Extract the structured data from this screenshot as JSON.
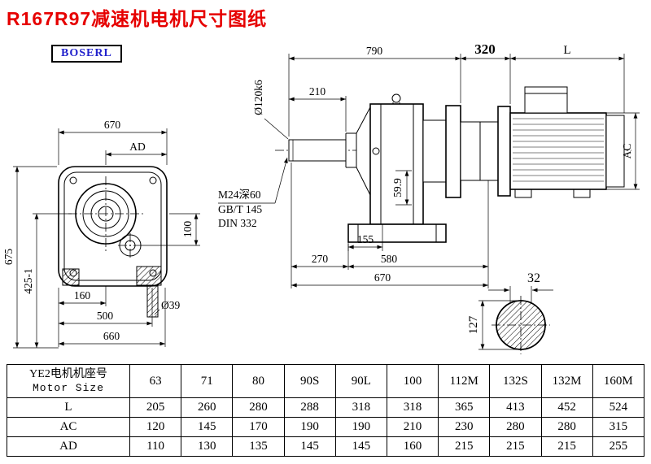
{
  "title": "R167R97减速机电机尺寸图纸",
  "logo": "BOSERL",
  "front_view": {
    "dim_670": "670",
    "dim_ad": "AD",
    "dim_675": "675",
    "dim_425": "425-1",
    "dim_100": "100",
    "dim_160": "160",
    "dim_500": "500",
    "dim_660": "660",
    "dim_d39": "Ø39"
  },
  "side_view": {
    "dim_790": "790",
    "dim_320": "320",
    "dim_L": "L",
    "dim_shaft": "Ø120k6",
    "dim_210": "210",
    "note_line1": "M24深60",
    "note_line2": "GB/T 145",
    "note_line3": "DIN 332",
    "dim_599": "59.9",
    "dim_155": "155",
    "dim_270": "270",
    "dim_580": "580",
    "dim_670": "670",
    "dim_ac": "AC"
  },
  "shaft_section": {
    "dim_32": "32",
    "dim_127": "127"
  },
  "table": {
    "header_cn": "YE2电机机座号",
    "header_en": "Motor Size",
    "sizes": [
      "63",
      "71",
      "80",
      "90S",
      "90L",
      "100",
      "112M",
      "132S",
      "132M",
      "160M"
    ],
    "rows": [
      {
        "label": "L",
        "values": [
          "205",
          "260",
          "280",
          "288",
          "318",
          "318",
          "365",
          "413",
          "452",
          "524"
        ]
      },
      {
        "label": "AC",
        "values": [
          "120",
          "145",
          "170",
          "190",
          "190",
          "210",
          "230",
          "280",
          "280",
          "315"
        ]
      },
      {
        "label": "AD",
        "values": [
          "110",
          "130",
          "135",
          "145",
          "145",
          "160",
          "215",
          "215",
          "215",
          "255"
        ]
      }
    ]
  },
  "colors": {
    "title_red": "#e60000",
    "logo_blue": "#2222cc",
    "line_black": "#000000"
  }
}
